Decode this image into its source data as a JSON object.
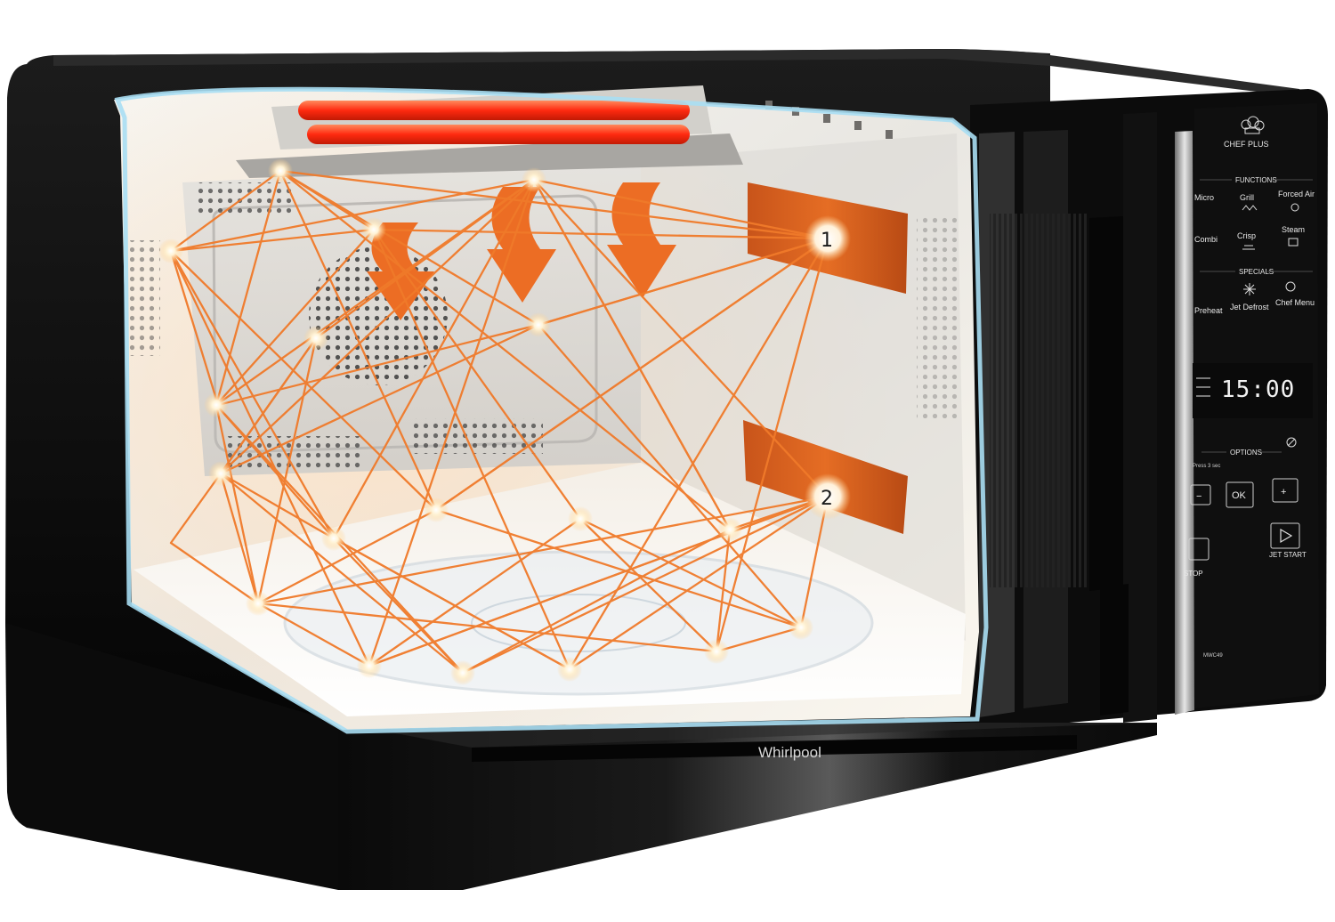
{
  "brand": {
    "name": "Whirlpool",
    "model": "MWC49"
  },
  "panel": {
    "logo": "CHEF PLUS",
    "functions_header": "FUNCTIONS",
    "functions": [
      "Micro",
      "Grill",
      "Forced Air",
      "Combi",
      "Crisp",
      "Steam"
    ],
    "specials_header": "SPECIALS",
    "specials": [
      "Preheat",
      "Jet Defrost",
      "Chef Menu"
    ],
    "display_time": "15:00",
    "options_header": "OPTIONS",
    "hold_hint": "Press 3 sec",
    "minus_label": "−",
    "ok_label": "OK",
    "plus_label": "+",
    "stop_label": "STOP",
    "start_label": "JET START"
  },
  "callouts": [
    {
      "number": "1"
    },
    {
      "number": "2"
    }
  ],
  "colors": {
    "body": "#0d0d0d",
    "cavity": "#eeeeec",
    "beam": "#f07a2a",
    "heater": "#ff3b1a",
    "antenna": "#e0661c",
    "glass_edge": "#9fd8f0"
  }
}
